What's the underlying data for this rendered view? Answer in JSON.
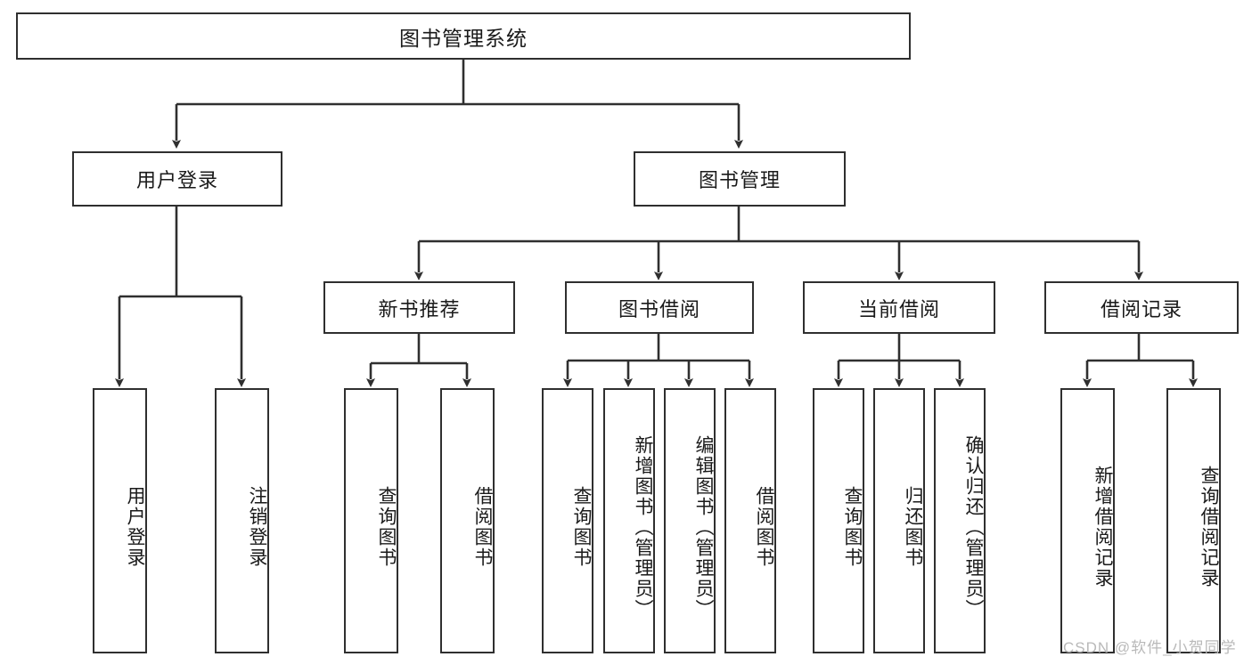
{
  "diagram": {
    "title": "图书管理系统",
    "type": "hierarchy-tree",
    "root": {
      "id": "root",
      "label": "图书管理系统"
    },
    "level1": [
      {
        "id": "user-login",
        "label": "用户登录"
      },
      {
        "id": "book-manage",
        "label": "图书管理"
      }
    ],
    "level2": [
      {
        "id": "new-book-rec",
        "label": "新书推荐",
        "parent": "book-manage"
      },
      {
        "id": "book-borrow",
        "label": "图书借阅",
        "parent": "book-manage"
      },
      {
        "id": "current-borrow",
        "label": "当前借阅",
        "parent": "book-manage"
      },
      {
        "id": "borrow-record",
        "label": "借阅记录",
        "parent": "book-manage"
      }
    ],
    "leaves": [
      {
        "id": "leaf-user-login",
        "label": "用户登录",
        "parent": "user-login"
      },
      {
        "id": "leaf-logout",
        "label": "注销登录",
        "parent": "user-login"
      },
      {
        "id": "leaf-query-book-1",
        "label": "查询图书",
        "parent": "new-book-rec"
      },
      {
        "id": "leaf-borrow-book-1",
        "label": "借阅图书",
        "parent": "new-book-rec"
      },
      {
        "id": "leaf-query-book-2",
        "label": "查询图书",
        "parent": "book-borrow"
      },
      {
        "id": "leaf-add-book",
        "label": "新增图书（管理员）",
        "parent": "book-borrow"
      },
      {
        "id": "leaf-edit-book",
        "label": "编辑图书（管理员）",
        "parent": "book-borrow"
      },
      {
        "id": "leaf-borrow-book-2",
        "label": "借阅图书",
        "parent": "book-borrow"
      },
      {
        "id": "leaf-query-book-3",
        "label": "查询图书",
        "parent": "current-borrow"
      },
      {
        "id": "leaf-return-book",
        "label": "归还图书",
        "parent": "current-borrow"
      },
      {
        "id": "leaf-confirm-return",
        "label": "确认归还（管理员）",
        "parent": "current-borrow"
      },
      {
        "id": "leaf-add-record",
        "label": "新增借阅记录",
        "parent": "borrow-record"
      },
      {
        "id": "leaf-query-record",
        "label": "查询借阅记录",
        "parent": "borrow-record"
      }
    ],
    "colors": {
      "box_border": "#2f2f2f",
      "box_fill": "#ffffff",
      "connector": "#2f2f2f",
      "text": "#1a1a1a",
      "watermark": "#b9b9b9",
      "background": "#ffffff"
    }
  },
  "watermark": {
    "text": "CSDN @软件_小贺同学"
  }
}
